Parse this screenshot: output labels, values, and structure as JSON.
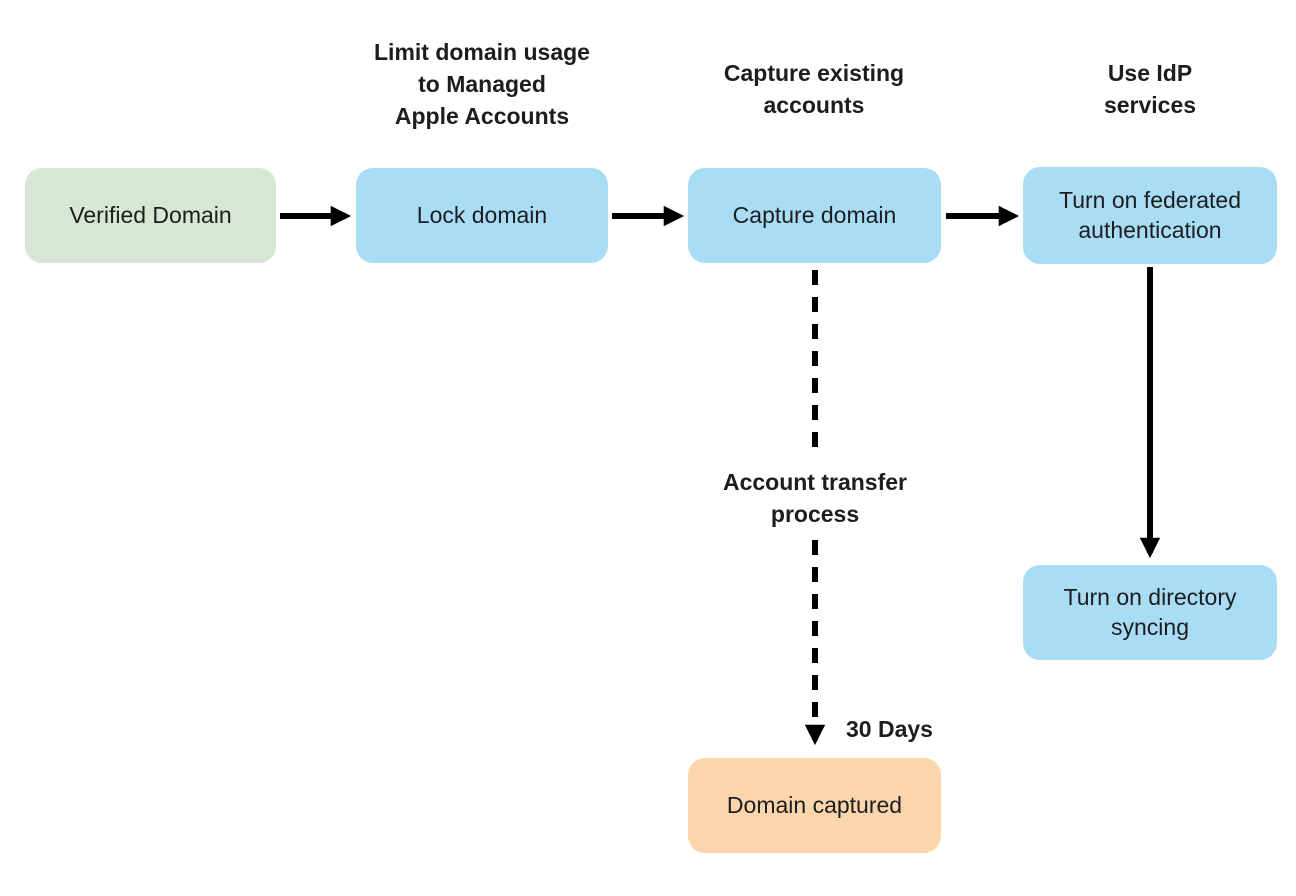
{
  "colors": {
    "start_node_bg": "#d6e8d3",
    "process_node_bg": "#a9ddf5",
    "end_node_bg": "#fbd5ab",
    "arrow": "#000000",
    "text": "#1d1d1f",
    "background": "#ffffff"
  },
  "nodes": [
    {
      "id": "verified-domain",
      "type": "start",
      "label": "Verified Domain"
    },
    {
      "id": "lock-domain",
      "type": "process",
      "label": "Lock domain"
    },
    {
      "id": "capture-domain",
      "type": "process",
      "label": "Capture domain"
    },
    {
      "id": "turn-on-federated-authentication",
      "type": "process",
      "label": "Turn on federated\nauthentication"
    },
    {
      "id": "turn-on-directory-syncing",
      "type": "process",
      "label": "Turn on directory\nsyncing"
    },
    {
      "id": "domain-captured",
      "type": "end",
      "label": "Domain captured"
    }
  ],
  "annotations": [
    {
      "id": "lock-domain-note",
      "above_node": "lock-domain",
      "label": "Limit domain usage\nto Managed\nApple Accounts"
    },
    {
      "id": "capture-domain-note",
      "above_node": "capture-domain",
      "label": "Capture existing\naccounts"
    },
    {
      "id": "idp-services-note",
      "above_node": "turn-on-federated-authentication",
      "label": "Use IdP\nservices"
    },
    {
      "id": "account-transfer-note",
      "on_edge": "capture-domain->domain-captured",
      "label": "Account transfer\nprocess"
    },
    {
      "id": "duration-note",
      "on_edge": "capture-domain->domain-captured",
      "label": "30 Days"
    }
  ],
  "edges": [
    {
      "from": "verified-domain",
      "to": "lock-domain",
      "style": "solid"
    },
    {
      "from": "lock-domain",
      "to": "capture-domain",
      "style": "solid"
    },
    {
      "from": "capture-domain",
      "to": "turn-on-federated-authentication",
      "style": "solid"
    },
    {
      "from": "turn-on-federated-authentication",
      "to": "turn-on-directory-syncing",
      "style": "solid"
    },
    {
      "from": "capture-domain",
      "to": "domain-captured",
      "style": "dashed",
      "annotation_ids": [
        "account-transfer-note",
        "duration-note"
      ]
    }
  ]
}
